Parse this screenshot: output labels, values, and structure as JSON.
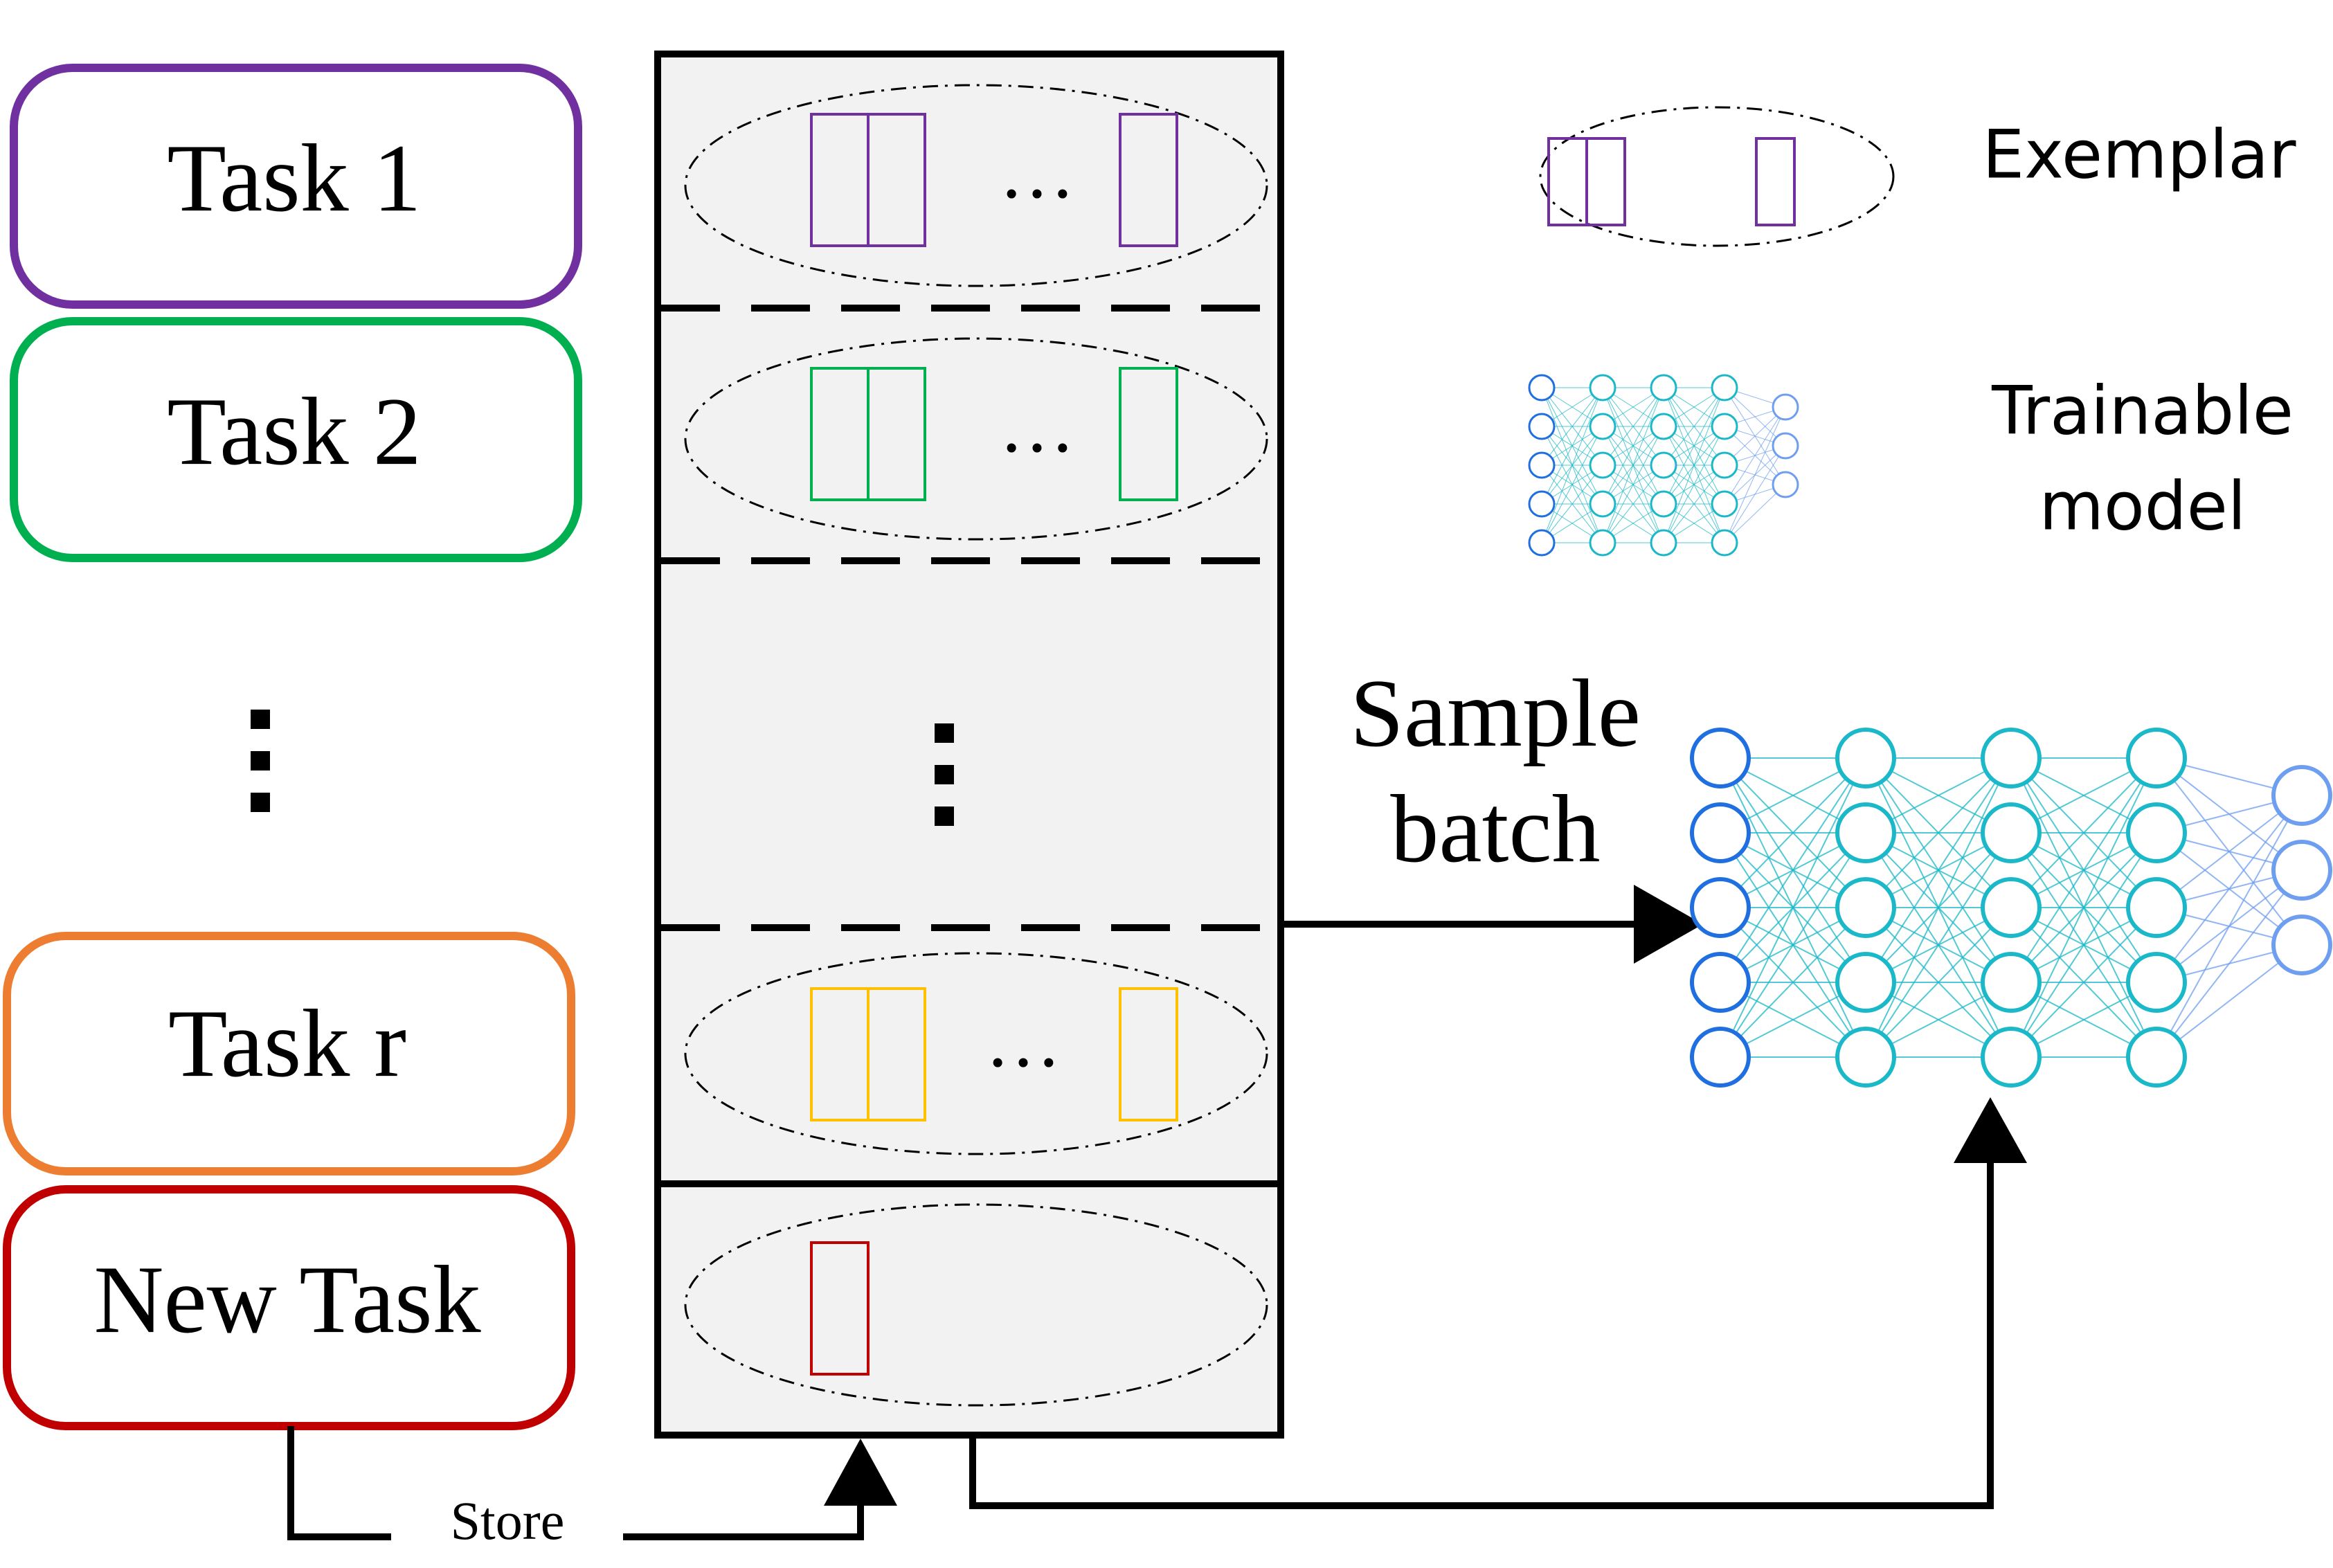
{
  "tasks": [
    {
      "label": "Task 1",
      "color": "#7030a0"
    },
    {
      "label": "Task 2",
      "color": "#00b050"
    },
    {
      "label": "Task r",
      "color": "#ed7d31"
    },
    {
      "label": "New Task",
      "color": "#c00000"
    }
  ],
  "memory": {
    "ellipsis_dots": "…",
    "exemplar_colors": {
      "task1": "#7030a0",
      "task2": "#00b050",
      "taskr": "#ffc000",
      "new": "#c00000"
    }
  },
  "legend": {
    "exemplar_label": "Exemplar",
    "trainable_line1": "Trainable",
    "trainable_line2": "model"
  },
  "arrows": {
    "sample_line1": "Sample",
    "sample_line2": "batch",
    "store_label": "Store"
  },
  "network_colors": {
    "layer1": "#1f6fe0",
    "layer2": "#1ab8c8",
    "layer3": "#1ab8c8",
    "layer4": "#1ab8c8",
    "layer5": "#6e9ef0"
  }
}
